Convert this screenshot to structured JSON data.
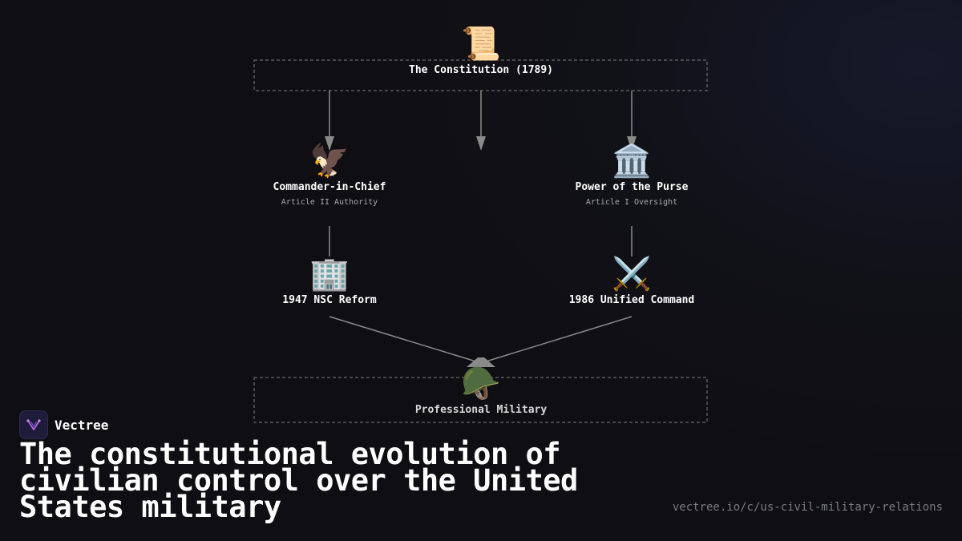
{
  "diagram": {
    "top_node": {
      "icon": "scroll-icon",
      "emoji": "📜",
      "title": "The Constitution (1789)"
    },
    "left_branch": {
      "icon": "eagle-icon",
      "emoji": "🦅",
      "title": "Commander-in-Chief",
      "subtitle": "Article II Authority"
    },
    "right_branch": {
      "icon": "classical-building-icon",
      "emoji": "🏛️",
      "title": "Power of the Purse",
      "subtitle": "Article I Oversight"
    },
    "left_reform": {
      "icon": "office-building-icon",
      "emoji": "🏢",
      "title": "1947 NSC Reform"
    },
    "right_reform": {
      "icon": "crossed-swords-icon",
      "emoji": "⚔️",
      "title": "1986 Unified Command"
    },
    "bottom_node": {
      "icon": "military-helmet-icon",
      "emoji": "🪖",
      "title": "Professional Military"
    }
  },
  "brand": {
    "name": "Vectree",
    "icon": "vectree-logo-icon"
  },
  "headline": "The constitutional evolution of civilian control over the United States military",
  "url": "vectree.io/c/us-civil-military-relations",
  "colors": {
    "connector": "#8a8a8a",
    "dashed_box": "#5a5a5e",
    "logo_accent": "#b06ae0"
  }
}
